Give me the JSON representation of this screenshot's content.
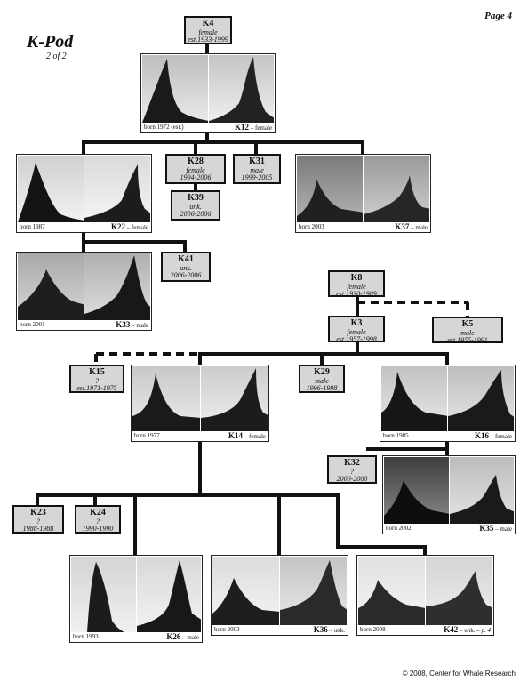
{
  "page": {
    "title": "K-Pod",
    "subtitle": "2 of 2",
    "page_number": "Page 4",
    "copyright": "© 2008, Center for Whale Research"
  },
  "boxes": [
    {
      "id": "K4",
      "sex": "female",
      "years": "est.1933-1999"
    },
    {
      "id": "K28",
      "sex": "female",
      "years": "1994-2006"
    },
    {
      "id": "K31",
      "sex": "male",
      "years": "1999-2005"
    },
    {
      "id": "K39",
      "sex": "unk.",
      "years": "2006-2006"
    },
    {
      "id": "K41",
      "sex": "unk.",
      "years": "2006-2006"
    },
    {
      "id": "K8",
      "sex": "female",
      "years": "est.1930-1989"
    },
    {
      "id": "K3",
      "sex": "female",
      "years": "est.1957-1998"
    },
    {
      "id": "K5",
      "sex": "male",
      "years": "est.1955-1991"
    },
    {
      "id": "K15",
      "sex": "?",
      "years": "est.1971-1975"
    },
    {
      "id": "K29",
      "sex": "male",
      "years": "1996-1998"
    },
    {
      "id": "K32",
      "sex": "?",
      "years": "2000-2000"
    },
    {
      "id": "K23",
      "sex": "?",
      "years": "1988-1988"
    },
    {
      "id": "K24",
      "sex": "?",
      "years": "1990-1990"
    }
  ],
  "photos": [
    {
      "id": "K12",
      "born": "born 1972 (est.)",
      "desc": "female",
      "note": ""
    },
    {
      "id": "K22",
      "born": "born 1987",
      "desc": "female",
      "note": ""
    },
    {
      "id": "K37",
      "born": "born 2003",
      "desc": "male",
      "note": ""
    },
    {
      "id": "K33",
      "born": "born 2001",
      "desc": "male",
      "note": ""
    },
    {
      "id": "K14",
      "born": "born 1977",
      "desc": "female",
      "note": ""
    },
    {
      "id": "K16",
      "born": "born 1985",
      "desc": "female",
      "note": ""
    },
    {
      "id": "K35",
      "born": "born 2002",
      "desc": "male",
      "note": ""
    },
    {
      "id": "K26",
      "born": "born 1993",
      "desc": "male",
      "note": ""
    },
    {
      "id": "K36",
      "born": "born 2003",
      "desc": "unk.",
      "note": ""
    },
    {
      "id": "K42",
      "born": "born 2008",
      "desc": "unk.",
      "note": "p. 4"
    }
  ]
}
